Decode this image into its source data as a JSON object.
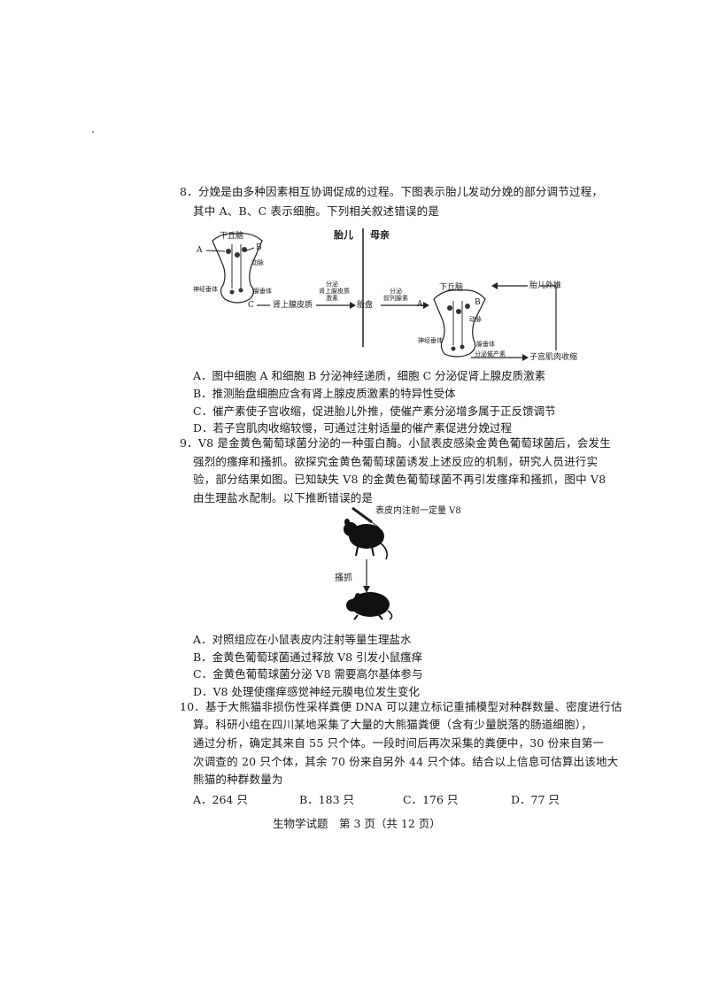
{
  "q8": {
    "line1": "8．分娩是由多种因素相互协调促成的过程。下图表示胎儿发动分娩的部分调节过程，",
    "line2": "其中 A、B、C 表示细胞。下列相关叙述错误的是",
    "diagram": {
      "fetus_label": "胎儿",
      "mother_label": "母亲",
      "left_hypothalamus": "下丘脑",
      "left_A": "A",
      "left_B": "B",
      "left_artery": "动脉",
      "left_neurohypophysis": "神经垂体",
      "left_adenohypophysis": "腺垂体",
      "left_C": "C",
      "adrenal_cortex": "肾上腺皮质",
      "secrete_acth_1": "分泌",
      "secrete_acth_2": "肾上腺皮质",
      "secrete_acth_3": "激素",
      "placenta": "胎盘",
      "secrete_estrogen_1": "分泌",
      "secrete_estrogen_2": "前列腺素",
      "right_A": "A",
      "right_hypothalamus": "下丘脑",
      "right_B": "B",
      "right_artery": "动脉",
      "right_neurohypophysis": "神经垂体",
      "right_adenohypophysis": "腺垂体",
      "secrete_oxytocin": "分泌催产素",
      "uterine_contraction": "子宫肌肉收缩",
      "fetus_push": "胎儿外推"
    },
    "options": [
      "A．图中细胞 A 和细胞 B 分泌神经递质，细胞 C 分泌促肾上腺皮质激素",
      "B．推测胎盘细胞应含有肾上腺皮质激素的特异性受体",
      "C．催产素使子宫收缩，促进胎儿外推，使催产素分泌增多属于正反馈调节",
      "D．若子宫肌肉收缩较慢，可通过注射适量的催产素促进分娩过程"
    ]
  },
  "q9": {
    "line1": "9．V8 是金黄色葡萄球菌分泌的一种蛋白酶。小鼠表皮感染金黄色葡萄球菌后，会发生",
    "line2": "强烈的瘙痒和搔抓。欲探究金黄色葡萄球菌诱发上述反应的机制，研究人员进行实",
    "line3": "验，部分结果如图。已知缺失 V8 的金黄色葡萄球菌不再引发瘙痒和搔抓，图中 V8",
    "line4": "由生理盐水配制。以下推断错误的是",
    "figure": {
      "inject_label": "表皮内注射一定量 V8",
      "scratch_label": "搔抓"
    },
    "options": [
      "A．对照组应在小鼠表皮内注射等量生理盐水",
      "B．金黄色葡萄球菌通过释放 V8 引发小鼠瘙痒",
      "C．金黄色葡萄球菌分泌 V8 需要高尔基体参与",
      "D．V8 处理使瘙痒感觉神经元膜电位发生变化"
    ]
  },
  "q10": {
    "line1": "10．基于大熊猫非损伤性采样粪便 DNA 可以建立标记重捕模型对种群数量、密度进行估",
    "line2": "算。科研小组在四川某地采集了大量的大熊猫粪便（含有少量脱落的肠道细胞），",
    "line3": "通过分析，确定其来自 55 只个体。一段时间后再次采集的粪便中，30 份来自第一",
    "line4": "次调查的 20 只个体，其余 70 份来自另外 44 只个体。结合以上信息可估算出该地大",
    "line5": "熊猫的种群数量为",
    "options": [
      "A．264 只",
      "B．183 只",
      "C．176 只",
      "D．77 只"
    ]
  },
  "footer": "生物学试题　第 3 页（共 12 页）"
}
